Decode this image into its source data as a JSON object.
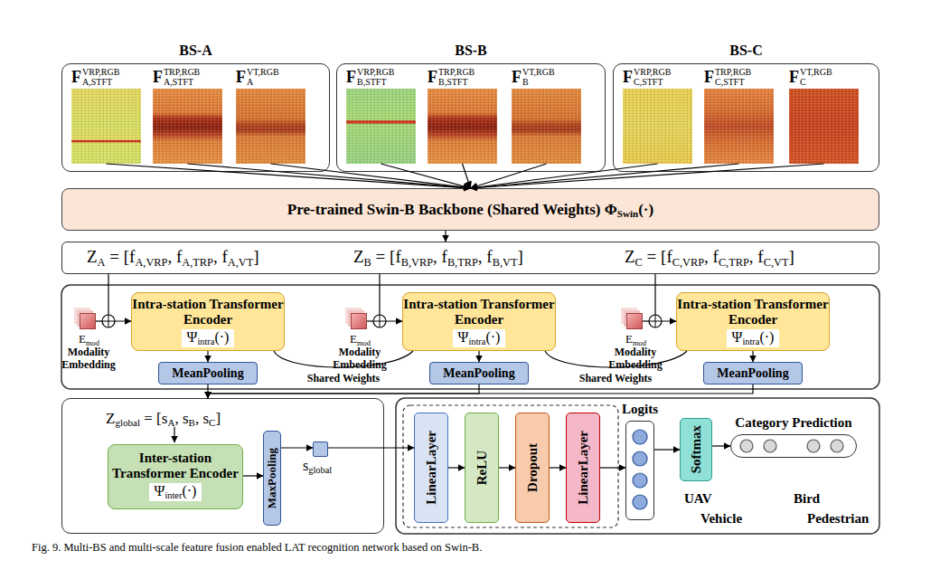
{
  "diagram": {
    "caption": "Fig. 9. Multi-BS and multi-scale feature fusion enabled LAT recognition network based on Swin-B.",
    "nodes": [
      {
        "text": [
          "BS-A"
        ]
      },
      {
        "text": [
          "F",
          "VRP,RGB",
          "A,STFT"
        ],
        "in": 0
      },
      {
        "text": [
          "F",
          "TRP,RGB",
          "A,STFT"
        ],
        "in": 0
      },
      {
        "text": [
          "F",
          "VT,RGB",
          "A"
        ],
        "in": 0
      },
      {
        "text": [
          "BS-B"
        ]
      },
      {
        "text": [
          "F",
          "VRP,RGB",
          "B,STFT"
        ],
        "in": 4
      },
      {
        "text": [
          "F",
          "TRP,RGB",
          "B,STFT"
        ],
        "in": 4
      },
      {
        "text": [
          "F",
          "VT,RGB",
          "B"
        ],
        "in": 4
      },
      {
        "text": [
          "BS-C"
        ]
      },
      {
        "text": [
          "F",
          "VRP,RGB",
          "C,STFT"
        ],
        "in": 8
      },
      {
        "text": [
          "F",
          "TRP,RGB",
          "C,STFT"
        ],
        "in": 8
      },
      {
        "text": [
          "F",
          "VT,RGB",
          "C"
        ],
        "in": 8
      },
      {
        "text": [
          "Pre-trained Swin-B Backbone (Shared Weights) Φ",
          "Swin",
          "(·)"
        ]
      },
      {
        "text": [
          "Z",
          "A",
          " = [f",
          "A,VRP",
          ", f",
          "A,TRP",
          ", f",
          "A,VT",
          "]",
          "Z",
          "B",
          " = [f",
          "B,VRP",
          ", f",
          "B,TRP",
          ", f",
          "B,VT",
          "]",
          "Z",
          "C",
          " = [f",
          "C,VRP",
          ", f",
          "C,TRP",
          ", f",
          "C,VT",
          "]"
        ]
      },
      {
        "text": [
          "E",
          "mod",
          "Modality Embedding"
        ]
      },
      {
        "text": [
          "Intra-station Transformer Encoder",
          "Ψ",
          "intra",
          "(·)"
        ]
      },
      {
        "text": [
          "MeanPooling"
        ]
      },
      {
        "text": [
          "E",
          "mod",
          "Modality Embedding"
        ]
      },
      {
        "text": [
          "Intra-station Transformer Encoder",
          "Ψ",
          "intra",
          "(·)"
        ]
      },
      {
        "text": [
          "MeanPooling"
        ]
      },
      {
        "text": [
          "E",
          "mod",
          "Modality Embedding"
        ]
      },
      {
        "text": [
          "Intra-station Transformer Encoder",
          "Ψ",
          "intra",
          "(·)"
        ]
      },
      {
        "text": [
          "MeanPooling"
        ]
      },
      {
        "text": [
          "Z",
          "global",
          " = [s",
          "A",
          ", s",
          "B",
          ", s",
          "C",
          "]"
        ]
      },
      {
        "text": [
          "Inter-station Transformer Encoder",
          "Ψ",
          "inter",
          "(·)"
        ],
        "in": 23
      },
      {
        "text": [
          "MaxPooling"
        ],
        "in": 23
      },
      {
        "text": [
          "s",
          "global"
        ],
        "in": 23
      },
      {
        "text": [
          "LinearLayer"
        ]
      },
      {
        "text": [
          "ReLU"
        ]
      },
      {
        "text": [
          "Dropout"
        ]
      },
      {
        "text": [
          "LinearLayer"
        ]
      },
      {
        "text": [
          "Logits"
        ]
      },
      {
        "text": [
          "Softmax"
        ]
      },
      {
        "text": [
          "Category Prediction"
        ]
      }
    ],
    "edges": [
      {
        "from": 1,
        "to": 12,
        "arrow": "to"
      },
      {
        "from": 2,
        "to": 12,
        "arrow": "to"
      },
      {
        "from": 3,
        "to": 12,
        "arrow": "to"
      },
      {
        "from": 5,
        "to": 12,
        "arrow": "to"
      },
      {
        "from": 6,
        "to": 12,
        "arrow": "to"
      },
      {
        "from": 7,
        "to": 12,
        "arrow": "to"
      },
      {
        "from": 9,
        "to": 12,
        "arrow": "to"
      },
      {
        "from": 10,
        "to": 12,
        "arrow": "to"
      },
      {
        "from": 11,
        "to": 12,
        "arrow": "to"
      },
      {
        "from": 12,
        "to": 13,
        "arrow": "to"
      },
      {
        "from": 13,
        "to": 15,
        "arrow": "to"
      },
      {
        "from": 13,
        "to": 18,
        "arrow": "to"
      },
      {
        "from": 13,
        "to": 21,
        "arrow": "to"
      },
      {
        "from": 15,
        "to": 16,
        "arrow": "to"
      },
      {
        "from": 18,
        "to": 19,
        "arrow": "to"
      },
      {
        "from": 21,
        "to": 22,
        "arrow": "to"
      },
      {
        "from": 16,
        "to": 23,
        "arrow": "to"
      },
      {
        "from": 19,
        "to": 23,
        "arrow": "to"
      },
      {
        "from": 22,
        "to": 23,
        "arrow": "to"
      },
      {
        "from": 24,
        "to": 25,
        "arrow": "to"
      },
      {
        "from": 25,
        "to": 26,
        "arrow": "to"
      },
      {
        "from": 26,
        "to": 27,
        "arrow": "to"
      },
      {
        "from": 27,
        "to": 28,
        "arrow": "to"
      },
      {
        "from": 28,
        "to": 29,
        "arrow": "to"
      },
      {
        "from": 29,
        "to": 30,
        "arrow": "to"
      },
      {
        "from": 30,
        "to": 31,
        "arrow": "to"
      },
      {
        "from": 31,
        "to": 32,
        "arrow": "to"
      },
      {
        "from": 32,
        "to": 33,
        "arrow": "to"
      }
    ],
    "labels": [
      "Shared Weights",
      "Shared Weights",
      "UAV",
      "Bird",
      "Vehicle",
      "Pedestrian"
    ]
  }
}
